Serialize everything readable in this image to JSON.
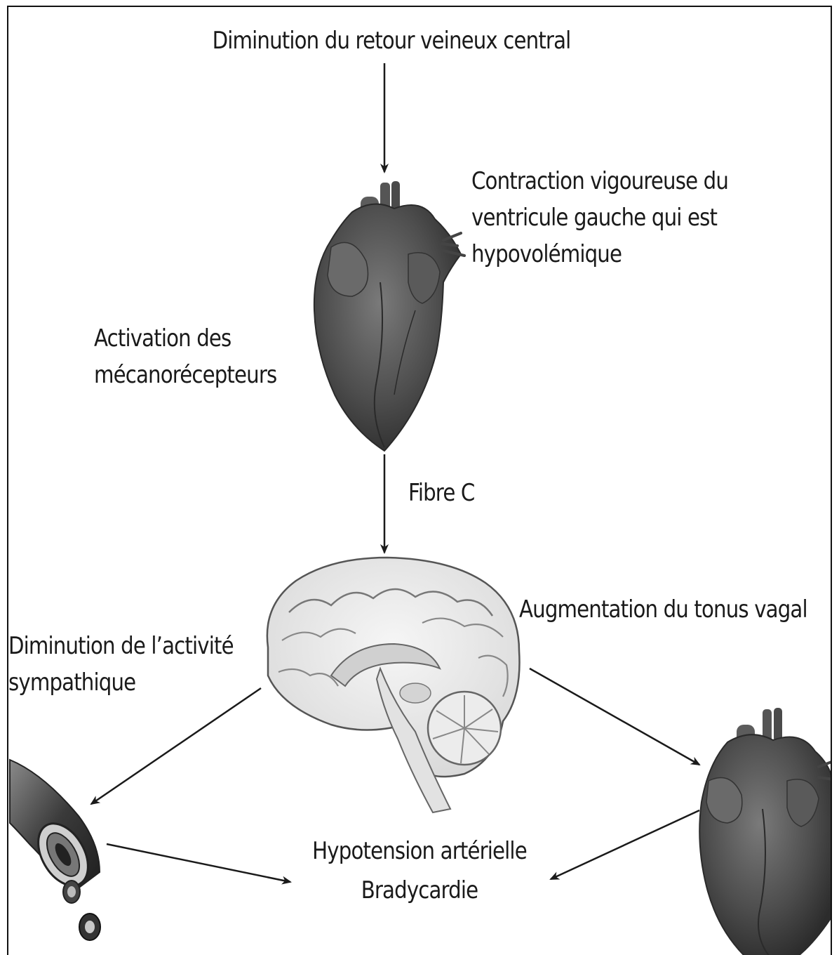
{
  "diagram": {
    "top_label": "Diminution du retour veineux central",
    "contraction_label": [
      "Contraction vigoureuse du",
      "ventricule gauche qui est",
      "hypovolémique"
    ],
    "activation_label": [
      "Activation des",
      "mécanorécepteurs"
    ],
    "fibre_label": "Fibre C",
    "vagal_label": "Augmentation du tonus vagal",
    "sympathetic_label": [
      "Diminution de l’activité",
      "sympathique"
    ],
    "result_label": [
      "Hypotension artérielle",
      "Bradycardie"
    ]
  }
}
